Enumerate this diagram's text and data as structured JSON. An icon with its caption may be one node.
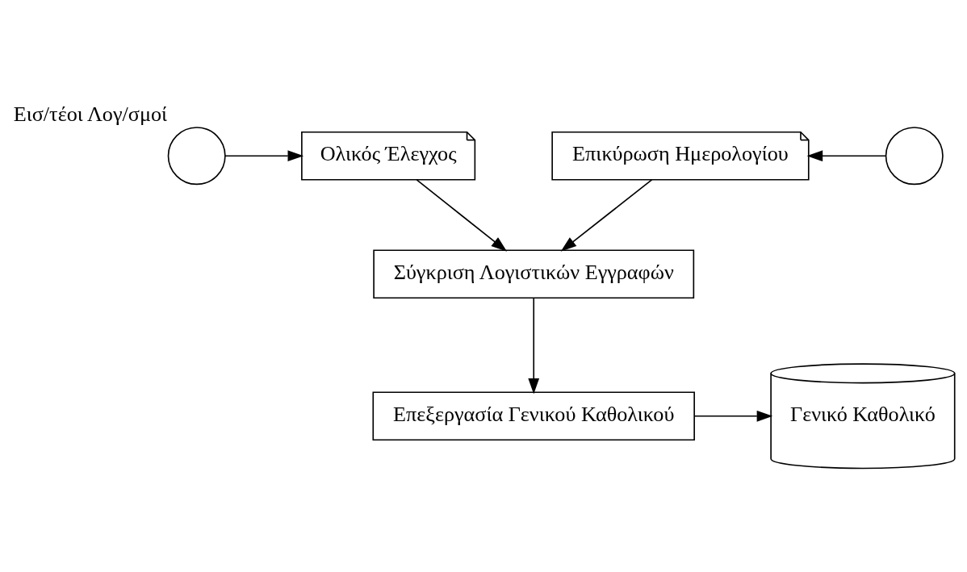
{
  "diagram": {
    "nodes": [
      {
        "text": [],
        "shape": "circle",
        "beside": [
          "Εισ/τέοι Λογ/σμοί"
        ]
      },
      {
        "text": [
          "Ολικός Έλεγχος"
        ]
      },
      {
        "text": [
          "Επικύρωση Ημερολογίου"
        ]
      },
      {
        "text": [],
        "shape": "circle"
      },
      {
        "text": [
          "Σύγκριση Λογιστικών Εγγραφών"
        ]
      },
      {
        "text": [
          "Επεξεργασία Γενικού Καθολικού"
        ]
      },
      {
        "text": [
          "Γενικό Καθολικό"
        ]
      }
    ],
    "edges": [
      {
        "from": 0,
        "to": 1,
        "arrow": "to"
      },
      {
        "from": 3,
        "to": 2,
        "arrow": "to"
      },
      {
        "from": 1,
        "to": 4,
        "arrow": "to"
      },
      {
        "from": 2,
        "to": 4,
        "arrow": "to"
      },
      {
        "from": 4,
        "to": 5,
        "arrow": "to"
      },
      {
        "from": 5,
        "to": 6,
        "arrow": "to"
      }
    ]
  }
}
